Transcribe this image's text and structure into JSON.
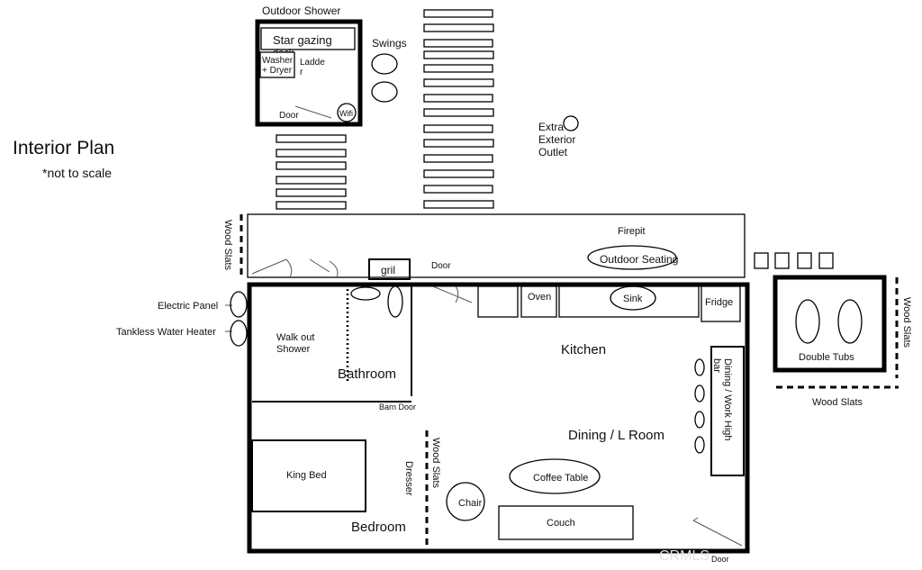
{
  "title": "Interior Plan",
  "subtitle": "*not to scale",
  "labels": {
    "outdoor_shower": "Outdoor Shower",
    "star_gazing": "Star gazing",
    "deck": "deck",
    "washer_1": "Washer",
    "washer_2": "+ Dryer",
    "ladder_1": "Ladde",
    "ladder_2": "r",
    "door_shed": "Door",
    "wifi": "Wifi",
    "swings": "Swings",
    "extra_1": "Extra",
    "extra_2": "Exterior",
    "extra_3": "Outlet",
    "wood_slats": "Wood Slats",
    "firepit": "Firepit",
    "outdoor_seating": "Outdoor Seating",
    "gril": "gril",
    "door_patio": "Door",
    "electric_panel": "Electric Panel",
    "water_heater": "Tankless Water Heater",
    "walk_out_1": "Walk out",
    "walk_out_2": "Shower",
    "bathroom": "Bathroom",
    "barn_door": "Barn Door",
    "oven": "Oven",
    "sink": "Sink",
    "fridge": "Fridge",
    "kitchen": "Kitchen",
    "dining_bar_1": "Dining / Work  High",
    "dining_bar_2": "bar",
    "dining_room": "Dining / L Room",
    "coffee_table": "Coffee Table",
    "chair": "Chair",
    "couch": "Couch",
    "king_bed": "King Bed",
    "bedroom": "Bedroom",
    "dresser": "Dresser",
    "double_tubs": "Double Tubs",
    "door_front": "Door",
    "watermark": "CRMLS"
  }
}
